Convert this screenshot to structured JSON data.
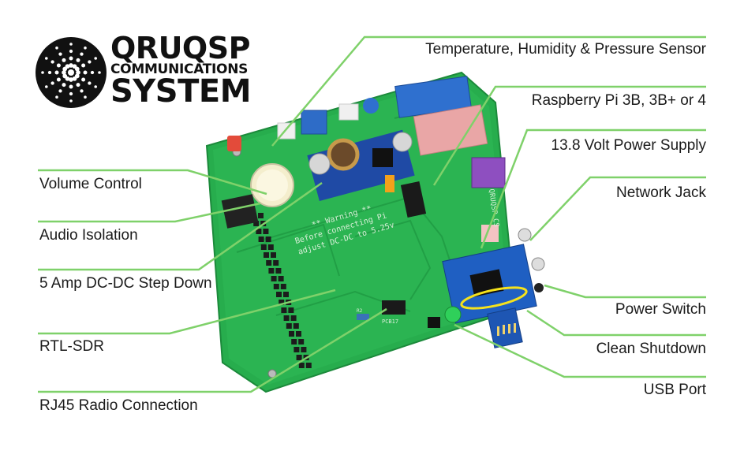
{
  "logo": {
    "title_line1": "QRUQSP",
    "title_line2": "COMMUNICATIONS",
    "title_line3": "SYSTEM",
    "icon": "snowflake-dot-icon"
  },
  "callouts": {
    "temperature_sensor": "Temperature, Humidity & Pressure Sensor",
    "raspberry_pi": "Raspberry Pi 3B, 3B+ or 4",
    "power_supply": "13.8 Volt Power Supply",
    "network_jack": "Network Jack",
    "power_switch": "Power Switch",
    "clean_shutdown": "Clean Shutdown",
    "usb_port": "USB Port",
    "volume_control": "Volume Control",
    "audio_isolation": "Audio Isolation",
    "step_down": "5 Amp DC-DC Step Down",
    "rtl_sdr": "RTL-SDR",
    "rj45": "RJ45 Radio Connection"
  },
  "board": {
    "warning_line1": "** Warning **",
    "warning_line2": "Before connecting Pi",
    "warning_line3": "adjust DC-DC to 5.25v",
    "side_label": "QRUQSP CS",
    "chip_label": "PCB17",
    "r_label": "R2"
  },
  "colors": {
    "pcb": "#23a94a",
    "callout_line": "#7fd16a",
    "text": "#1a1a1a"
  }
}
